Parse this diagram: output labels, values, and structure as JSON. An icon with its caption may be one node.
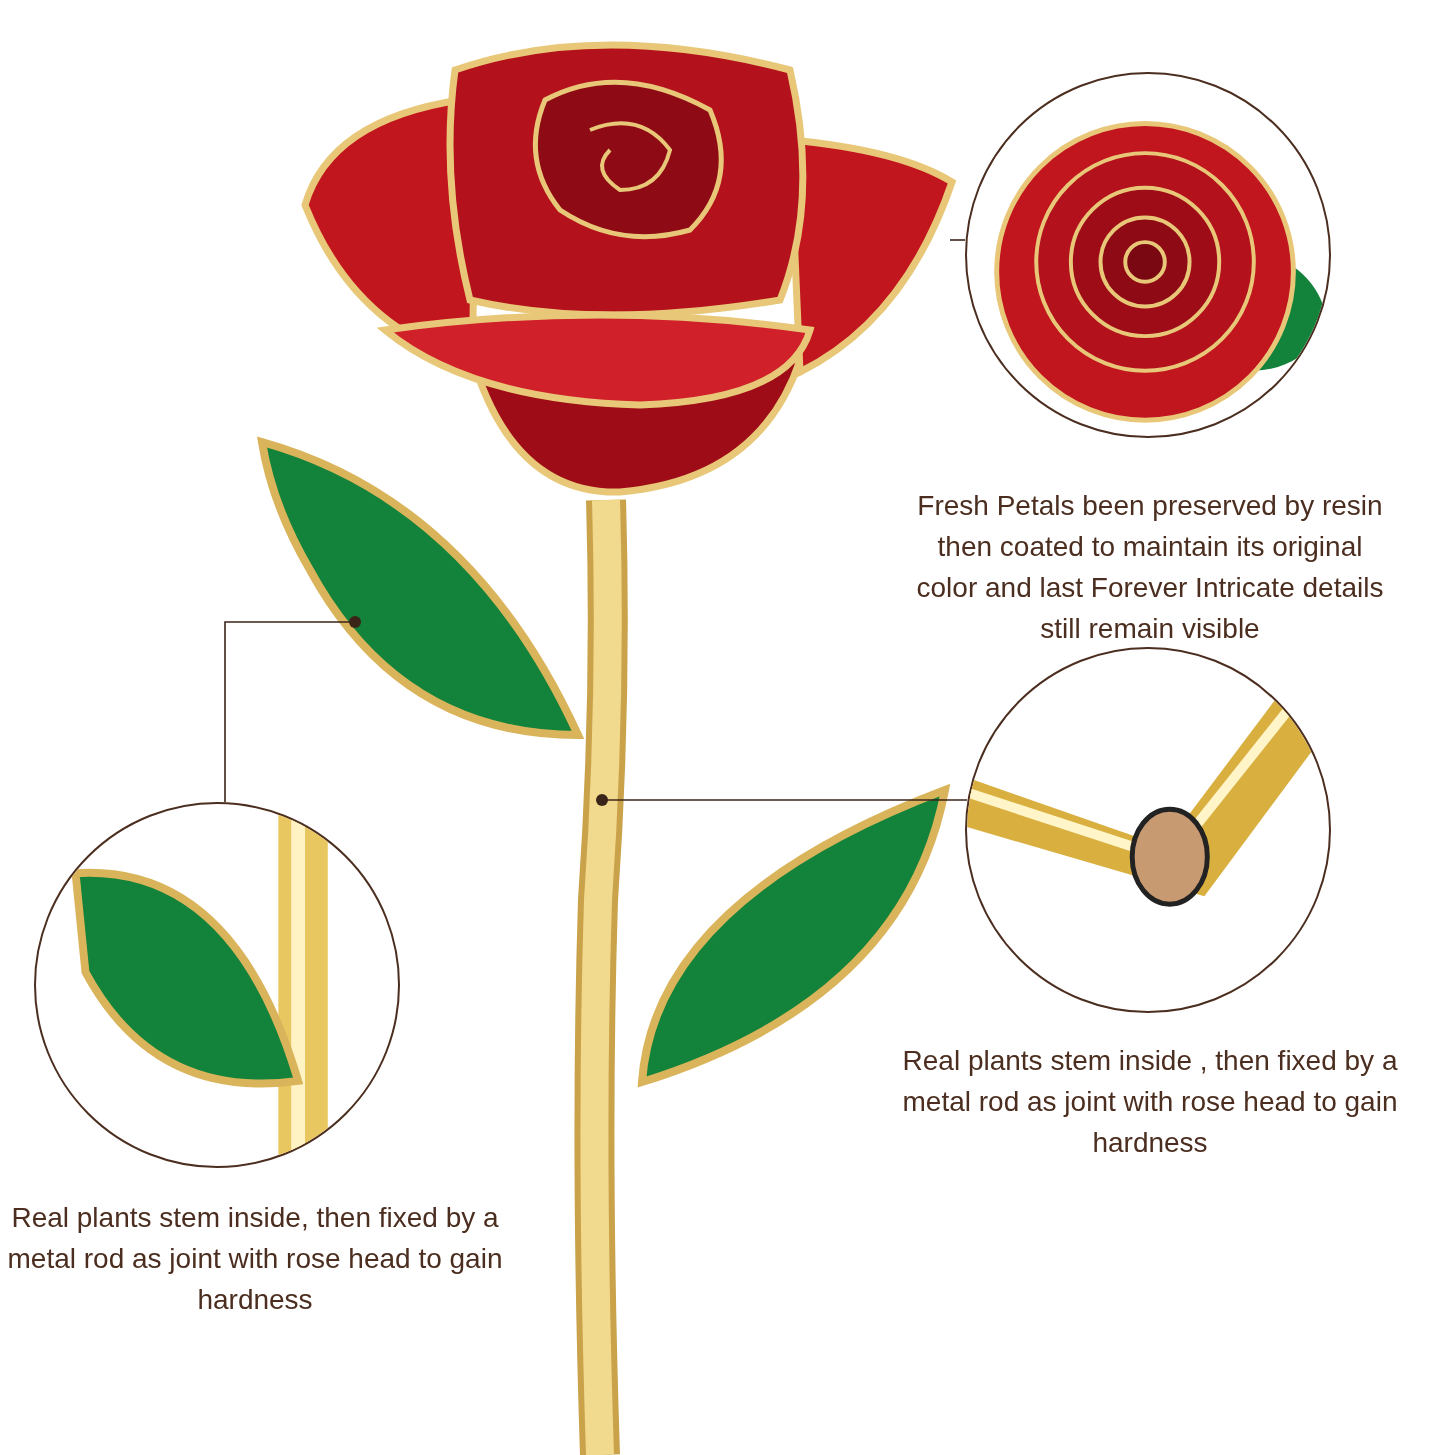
{
  "diagram": {
    "nodes": [
      {
        "text": [],
        "shape": "picture"
      },
      {
        "text": [],
        "shape": "picture"
      },
      {
        "text": [],
        "shape": "picture"
      },
      {
        "text": [],
        "shape": "picture",
        "beside": [
          "Real plants stem inside, then fixed by a metal rod as joint with rose head to gain hardness"
        ]
      },
      {
        "text": [],
        "shape": "picture"
      },
      {
        "text": [],
        "shape": "picture"
      },
      {
        "text": [],
        "shape": "picture"
      }
    ],
    "edges": [
      {
        "from": 0,
        "to": 1,
        "arrow": "none"
      },
      {
        "from": 2,
        "to": 3,
        "arrow": "other"
      },
      {
        "from": 4,
        "to": 5,
        "arrow": "other"
      }
    ],
    "labels": [
      "Fresh Petals been preserved by resin then coated to maintain its original color and last Forever Intricate details still remain visible",
      "Real plants stem inside , then fixed by a metal rod as joint with rose head to gain hardness"
    ]
  }
}
